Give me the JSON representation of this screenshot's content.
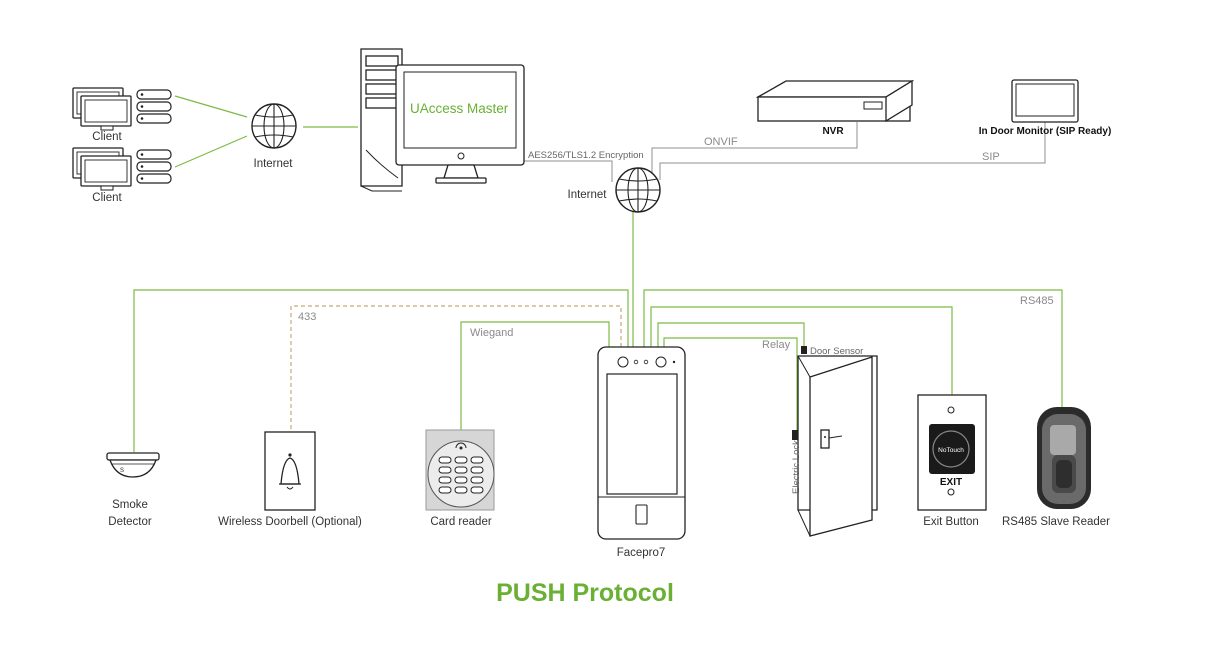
{
  "labels": {
    "client_1": "Client",
    "client_2": "Client",
    "internet_left": "Internet",
    "uaccess_master": "UAccess Master",
    "encryption": "AES256/TLS1.2 Encryption",
    "internet_center": "Internet",
    "onvif": "ONVIF",
    "nvr": "NVR",
    "sip": "SIP",
    "in_door_monitor": "In Door Monitor (SIP Ready)",
    "rs485_line": "RS485",
    "line_433": "433",
    "wiegand": "Wiegand",
    "relay": "Relay",
    "door_sensor": "Door Sensor",
    "electric_lock": "Electric Lock",
    "no_touch": "NoTouch",
    "exit": "EXIT",
    "smoke_detector_1": "Smoke",
    "smoke_detector_2": "Detector",
    "wireless_doorbell": "Wireless Doorbell (Optional)",
    "card_reader": "Card reader",
    "facepro7": "Facepro7",
    "exit_button": "Exit Button",
    "rs485_slave_reader": "RS485 Slave Reader",
    "title": "PUSH Protocol"
  },
  "colors": {
    "accent_green": "#6ab034",
    "link_green": "#7dbb45",
    "link_gray": "#8f8f8f",
    "dashed_link": "#c9a877"
  },
  "icons": [
    "client-computer-icon",
    "globe-icon",
    "server-tower-icon",
    "monitor-icon",
    "nvr-icon",
    "indoor-monitor-icon",
    "smoke-detector-icon",
    "doorbell-icon",
    "card-reader-icon",
    "face-terminal-icon",
    "door-icon",
    "exit-button-icon",
    "slave-reader-icon"
  ]
}
